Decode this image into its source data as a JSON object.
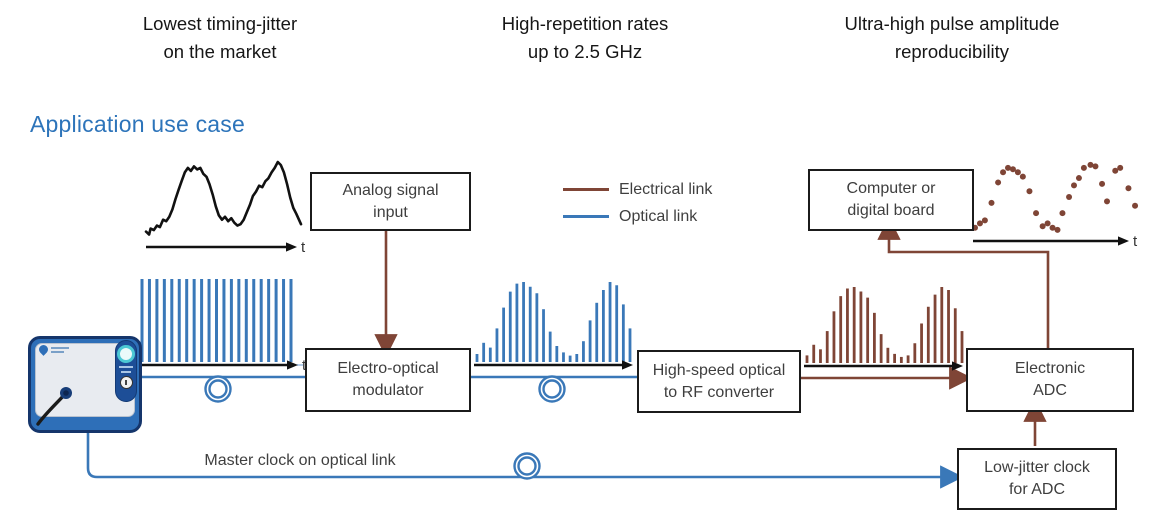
{
  "diagram": {
    "axis_label": "t"
  },
  "headers": [
    "Lowest timing-jitter\non the market",
    "High-repetition rates\nup to 2.5 GHz",
    "Ultra-high pulse amplitude\nreproducibility"
  ],
  "section_title": "Application use case",
  "legend": {
    "electrical": "Electrical link",
    "optical": "Optical link"
  },
  "boxes": {
    "analog_input": "Analog signal\ninput",
    "modulator": "Electro-optical\nmodulator",
    "converter": "High-speed optical\nto RF converter",
    "adc": "Electronic\nADC",
    "computer": "Computer or\ndigital board",
    "clock": "Low-jitter clock\nfor ADC"
  },
  "labels": {
    "master_clock": "Master clock on optical link"
  },
  "colors": {
    "optical": "#3a78b8",
    "electrical": "#7f4536",
    "accent_title": "#2d74ba",
    "signal": "#111111"
  },
  "waves": {
    "analog_signal": [
      [
        0.0,
        0.06
      ],
      [
        0.02,
        0.02
      ],
      [
        0.03,
        0.1
      ],
      [
        0.05,
        0.08
      ],
      [
        0.07,
        0.14
      ],
      [
        0.09,
        0.12
      ],
      [
        0.11,
        0.22
      ],
      [
        0.13,
        0.2
      ],
      [
        0.15,
        0.26
      ],
      [
        0.17,
        0.36
      ],
      [
        0.19,
        0.5
      ],
      [
        0.21,
        0.62
      ],
      [
        0.23,
        0.74
      ],
      [
        0.25,
        0.86
      ],
      [
        0.27,
        0.92
      ],
      [
        0.29,
        0.88
      ],
      [
        0.31,
        0.94
      ],
      [
        0.33,
        0.9
      ],
      [
        0.35,
        0.92
      ],
      [
        0.37,
        0.84
      ],
      [
        0.39,
        0.8
      ],
      [
        0.41,
        0.7
      ],
      [
        0.43,
        0.56
      ],
      [
        0.45,
        0.4
      ],
      [
        0.47,
        0.28
      ],
      [
        0.49,
        0.22
      ],
      [
        0.51,
        0.26
      ],
      [
        0.53,
        0.2
      ],
      [
        0.55,
        0.24
      ],
      [
        0.57,
        0.18
      ],
      [
        0.59,
        0.14
      ],
      [
        0.61,
        0.16
      ],
      [
        0.63,
        0.22
      ],
      [
        0.65,
        0.32
      ],
      [
        0.67,
        0.42
      ],
      [
        0.69,
        0.54
      ],
      [
        0.71,
        0.6
      ],
      [
        0.73,
        0.68
      ],
      [
        0.75,
        0.66
      ],
      [
        0.77,
        0.74
      ],
      [
        0.79,
        0.78
      ],
      [
        0.81,
        0.86
      ],
      [
        0.83,
        0.92
      ],
      [
        0.85,
        1.0
      ],
      [
        0.87,
        0.96
      ],
      [
        0.89,
        0.86
      ],
      [
        0.91,
        0.7
      ],
      [
        0.93,
        0.52
      ],
      [
        0.95,
        0.38
      ],
      [
        0.97,
        0.3
      ],
      [
        1.0,
        0.16
      ]
    ],
    "uniform_pulse_train": [
      1,
      1,
      1,
      1,
      1,
      1,
      1,
      1,
      1,
      1,
      1,
      1,
      1,
      1,
      1,
      1,
      1,
      1,
      1,
      1,
      1
    ],
    "modulated_pulse_train": [
      0.1,
      0.24,
      0.18,
      0.42,
      0.68,
      0.88,
      0.98,
      1.0,
      0.94,
      0.86,
      0.66,
      0.38,
      0.2,
      0.12,
      0.08,
      0.1,
      0.26,
      0.52,
      0.74,
      0.9,
      1.0,
      0.96,
      0.72,
      0.42
    ],
    "sampled_dots": [
      [
        0.0,
        0.1
      ],
      [
        0.03,
        0.16
      ],
      [
        0.06,
        0.2
      ],
      [
        0.1,
        0.44
      ],
      [
        0.14,
        0.72
      ],
      [
        0.17,
        0.86
      ],
      [
        0.2,
        0.92
      ],
      [
        0.23,
        0.9
      ],
      [
        0.26,
        0.86
      ],
      [
        0.29,
        0.8
      ],
      [
        0.33,
        0.6
      ],
      [
        0.37,
        0.3
      ],
      [
        0.41,
        0.12
      ],
      [
        0.44,
        0.16
      ],
      [
        0.47,
        0.1
      ],
      [
        0.5,
        0.07
      ],
      [
        0.53,
        0.3
      ],
      [
        0.57,
        0.52
      ],
      [
        0.6,
        0.68
      ],
      [
        0.63,
        0.78
      ],
      [
        0.66,
        0.92
      ],
      [
        0.7,
        0.96
      ],
      [
        0.73,
        0.94
      ],
      [
        0.77,
        0.7
      ],
      [
        0.8,
        0.46
      ],
      [
        0.85,
        0.88
      ],
      [
        0.88,
        0.92
      ],
      [
        0.93,
        0.64
      ],
      [
        0.97,
        0.4
      ]
    ]
  }
}
